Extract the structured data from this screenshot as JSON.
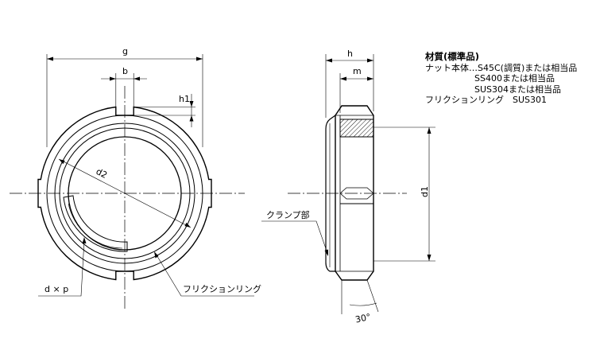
{
  "front_view": {
    "dim_g": "g",
    "dim_b": "b",
    "dim_h1": "h1",
    "dim_d2": "d2",
    "callout_dxp": "d × p",
    "callout_friction_ring": "フリクションリング"
  },
  "side_view": {
    "dim_h": "h",
    "dim_m": "m",
    "dim_d1": "d1",
    "callout_clamp": "クランプ部",
    "angle": "30°"
  },
  "material": {
    "title": "材質(標準品)",
    "line1": "ナット本体…S45C(調質)または相当品",
    "line2": "SS400または相当品",
    "line3": "SUS304または相当品",
    "line4": "フリクションリング　SUS301"
  },
  "colors": {
    "line": "#000000",
    "background": "#ffffff"
  }
}
